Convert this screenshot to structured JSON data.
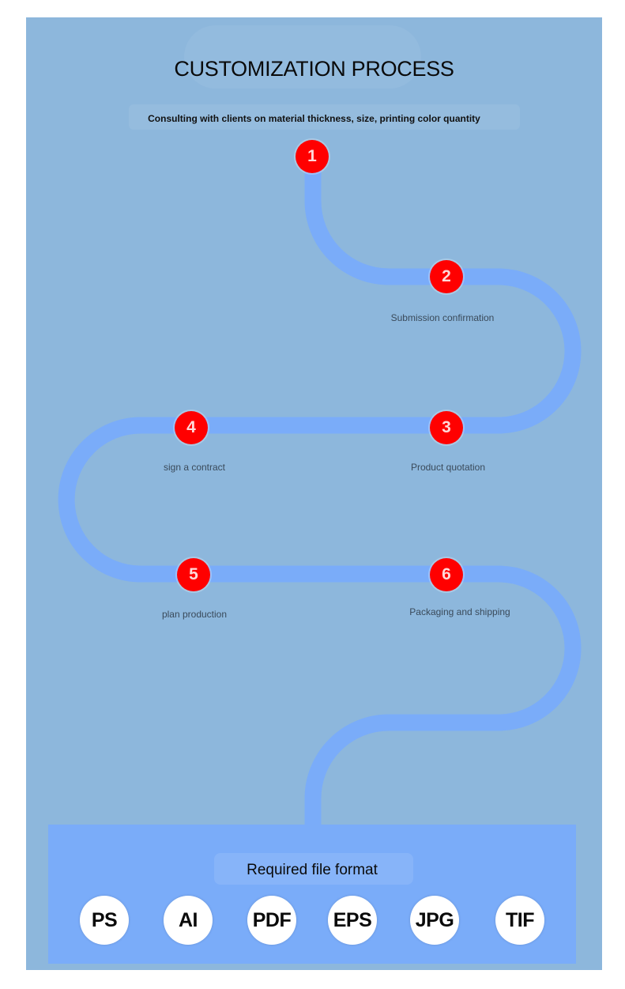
{
  "title": "CUSTOMIZATION PROCESS",
  "subtitle": "Consulting with clients on material thickness, size, printing color quantity",
  "steps": [
    {
      "number": "1",
      "label": ""
    },
    {
      "number": "2",
      "label": "Submission confirmation"
    },
    {
      "number": "3",
      "label": "Product quotation"
    },
    {
      "number": "4",
      "label": "sign a contract"
    },
    {
      "number": "5",
      "label": "plan production"
    },
    {
      "number": "6",
      "label": "Packaging and shipping"
    }
  ],
  "formats": {
    "title": "Required file format",
    "items": [
      "PS",
      "AI",
      "PDF",
      "EPS",
      "JPG",
      "TIF"
    ]
  },
  "colors": {
    "background": "#8db7dc",
    "path": "#7aacf9",
    "step_circle": "#ff0000",
    "badge": "#ffffff"
  }
}
